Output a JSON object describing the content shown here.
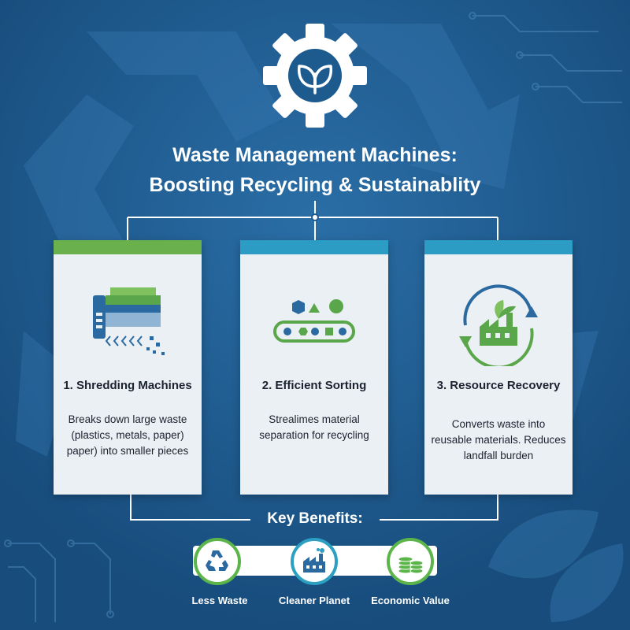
{
  "title": {
    "line1": "Waste Management Machines:",
    "line2": "Boosting Recycling & Sustainablity"
  },
  "cards": [
    {
      "title": "1. Shredding Machines",
      "description": "Breaks down large waste (plastics, metals, paper) paper) into smaller pieces",
      "accent": "#6ab04c",
      "icon": "shredder-icon"
    },
    {
      "title": "2. Efficient Sorting",
      "description": "Strealimes material separation for recycling",
      "accent": "#2d9cc4",
      "icon": "conveyor-sorting-icon"
    },
    {
      "title": "3. Resource Recovery",
      "description": "Converts waste into reusable materials. Reduces landfall burden",
      "accent": "#2d9cc4",
      "icon": "factory-recovery-icon"
    }
  ],
  "benefits": {
    "heading": "Key Benefits:",
    "items": [
      {
        "label": "Less Waste",
        "icon": "recycle-icon",
        "color": "#5cb54a"
      },
      {
        "label": "Cleaner Planet",
        "icon": "factory-icon",
        "color": "#2c9fc2"
      },
      {
        "label": "Economic Value",
        "icon": "coins-icon",
        "color": "#5cb54a"
      }
    ]
  },
  "colors": {
    "background": "#1d5a8e",
    "card": "#ebf0f5",
    "green": "#6ab04c",
    "blue": "#2d9cc4"
  }
}
